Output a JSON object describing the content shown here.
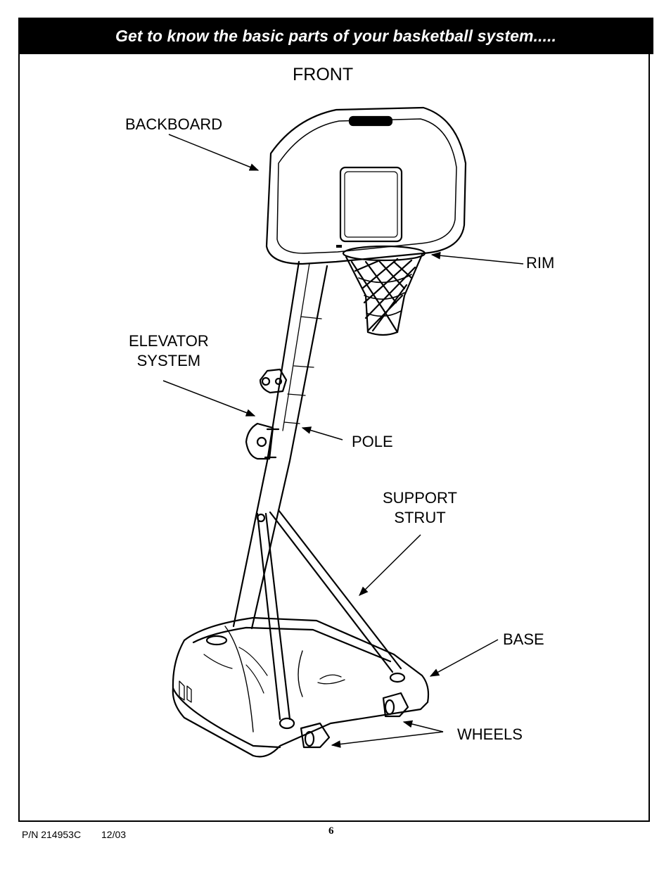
{
  "header": {
    "title": "Get to know the basic parts of your basketball system....."
  },
  "view_label": "FRONT",
  "labels": {
    "backboard": "BACKBOARD",
    "rim": "RIM",
    "elevator_line1": "ELEVATOR",
    "elevator_line2": "SYSTEM",
    "pole": "POLE",
    "strut_line1": "SUPPORT",
    "strut_line2": "STRUT",
    "base": "BASE",
    "wheels": "WHEELS"
  },
  "footer": {
    "part_number": "P/N 214953C",
    "date": "12/03",
    "page": "6"
  }
}
